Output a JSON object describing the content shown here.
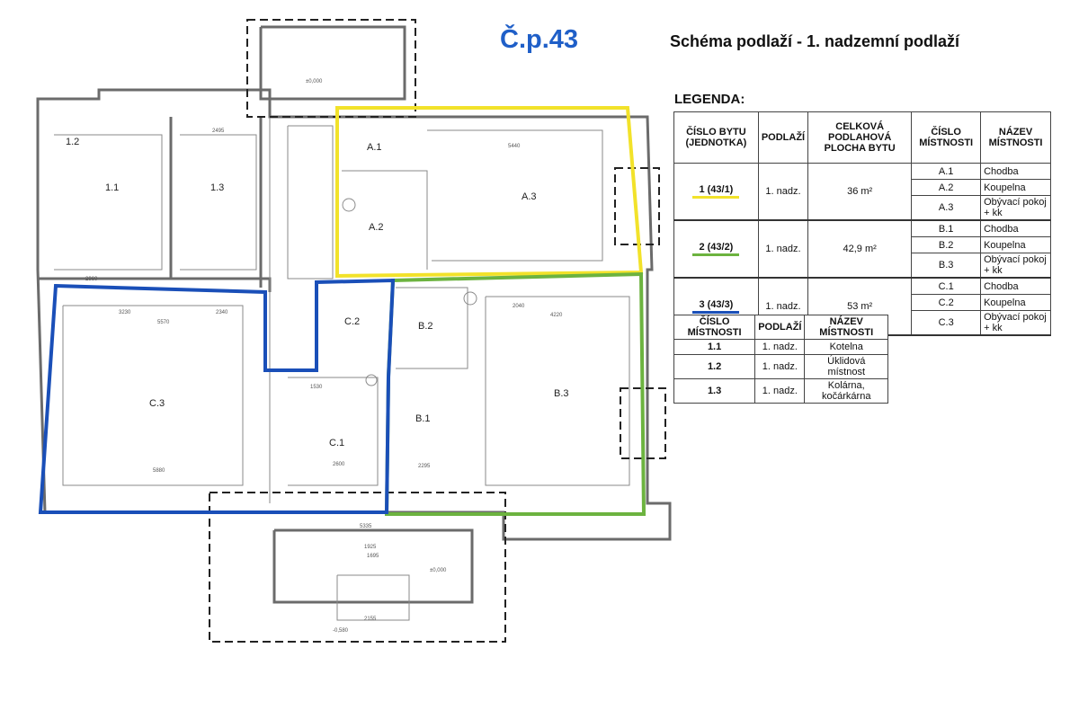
{
  "header": {
    "building": "Č.p.43",
    "title": "Schéma podlaží - 1. nadzemní podlaží"
  },
  "legend": {
    "label": "LEGENDA:",
    "units_table": {
      "headers": [
        "ČÍSLO BYTU (JEDNOTKA)",
        "PODLAŽÍ",
        "CELKOVÁ PODLAHOVÁ PLOCHA BYTU",
        "ČÍSLO MÍSTNOSTI",
        "NÁZEV MÍSTNOSTI"
      ],
      "units": [
        {
          "unit": "1 (43/1)",
          "floor": "1. nadz.",
          "area": "36 m²",
          "color": "#f2e22a",
          "rooms": [
            {
              "no": "A.1",
              "name": "Chodba"
            },
            {
              "no": "A.2",
              "name": "Koupelna"
            },
            {
              "no": "A.3",
              "name": "Obývací pokoj + kk"
            }
          ]
        },
        {
          "unit": "2 (43/2)",
          "floor": "1. nadz.",
          "area": "42,9 m²",
          "color": "#6cb33f",
          "rooms": [
            {
              "no": "B.1",
              "name": "Chodba"
            },
            {
              "no": "B.2",
              "name": "Koupelna"
            },
            {
              "no": "B.3",
              "name": "Obývací pokoj + kk"
            }
          ]
        },
        {
          "unit": "3 (43/3)",
          "floor": "1. nadz.",
          "area": "53 m²",
          "color": "#1a4fb8",
          "rooms": [
            {
              "no": "C.1",
              "name": "Chodba"
            },
            {
              "no": "C.2",
              "name": "Koupelna"
            },
            {
              "no": "C.3",
              "name": "Obývací pokoj + kk"
            }
          ]
        }
      ]
    },
    "rooms_table": {
      "headers": [
        "ČÍSLO MÍSTNOSTI",
        "PODLAŽÍ",
        "NÁZEV MÍSTNOSTI"
      ],
      "rows": [
        {
          "no": "1.1",
          "floor": "1. nadz.",
          "name": "Kotelna"
        },
        {
          "no": "1.2",
          "floor": "1. nadz.",
          "name": "Úklidová místnost"
        },
        {
          "no": "1.3",
          "floor": "1. nadz.",
          "name": "Kolárna, kočárkárna"
        }
      ]
    }
  },
  "plan": {
    "rooms": {
      "A1": "A.1",
      "A2": "A.2",
      "A3": "A.3",
      "B1": "B.1",
      "B2": "B.2",
      "B3": "B.3",
      "C1": "C.1",
      "C2": "C.2",
      "C3": "C.3",
      "r11": "1.1",
      "r12": "1.2",
      "r13": "1.3"
    },
    "dims": {
      "d1": "5440",
      "d2": "4220",
      "d3": "5570",
      "d4": "5880",
      "d5": "2960",
      "d6": "2495",
      "d7": "1925",
      "d8": "5335",
      "d9": "±0,000",
      "d10": "-0,580",
      "d11": "2600",
      "d12": "2295",
      "d13": "2040",
      "d14": "3230",
      "d15": "2340",
      "d16": "1530",
      "d17": "1695",
      "d18": "±0,000",
      "d19": "2155"
    }
  }
}
